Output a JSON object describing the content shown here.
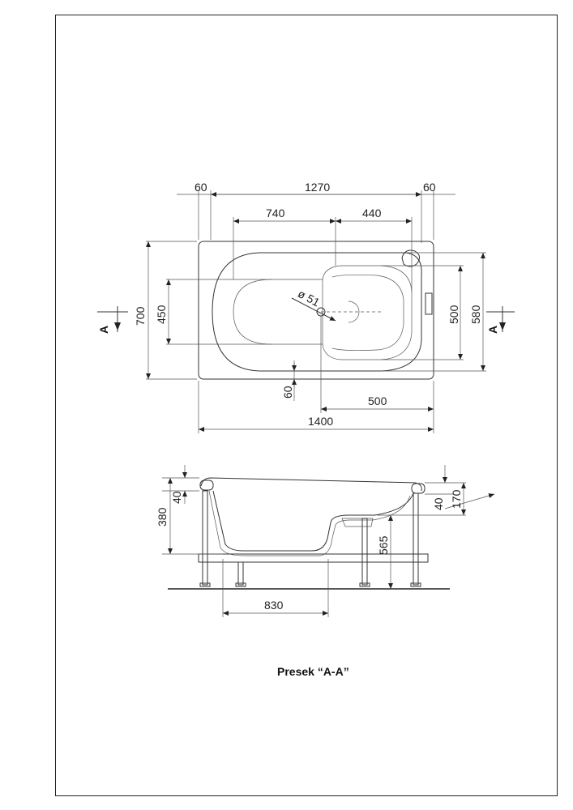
{
  "plan_view": {
    "dims": {
      "rim_left": "60",
      "inner_length": "1270",
      "rim_right": "60",
      "seg_740": "740",
      "seg_440": "440",
      "depth_700": "700",
      "depth_450": "450",
      "depth_500": "500",
      "depth_580": "580",
      "drain_dia": "ø 51",
      "offset_60": "60",
      "offset_500": "500",
      "total_length": "1400"
    },
    "section_marker": "A"
  },
  "section_view": {
    "dims": {
      "h_40_left": "40",
      "h_380": "380",
      "h_40_right": "40",
      "h_170": "170",
      "h_565": "565",
      "w_830": "830"
    }
  },
  "caption": "Presek “A-A”"
}
